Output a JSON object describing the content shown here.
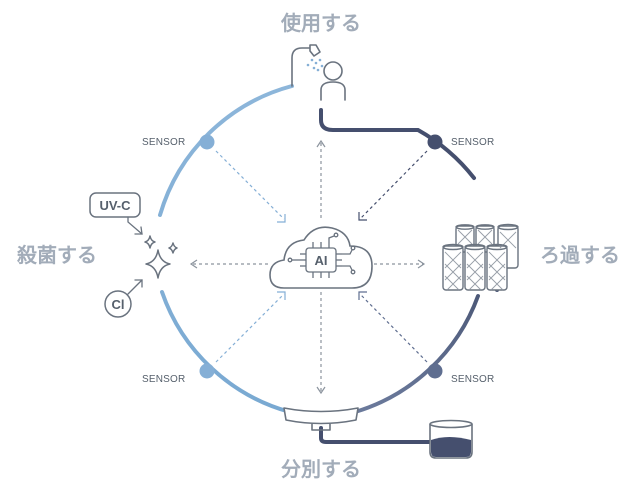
{
  "steps": {
    "top": "使用する",
    "right": "ろ過する",
    "bottom": "分別する",
    "left": "殺菌する"
  },
  "sensors": {
    "top_left": "SENSOR",
    "top_right": "SENSOR",
    "bottom_left": "SENSOR",
    "bottom_right": "SENSOR"
  },
  "hub": {
    "label": "AI"
  },
  "sterilization": {
    "uv_label": "UV-C",
    "cl_label": "Cl"
  },
  "colors": {
    "light_arc": "#85afd6",
    "dark_arc": "#4d5a7a",
    "icon_stroke": "#6a737f",
    "arrow": "#8c949e",
    "label_gray": "#a2acb9"
  }
}
